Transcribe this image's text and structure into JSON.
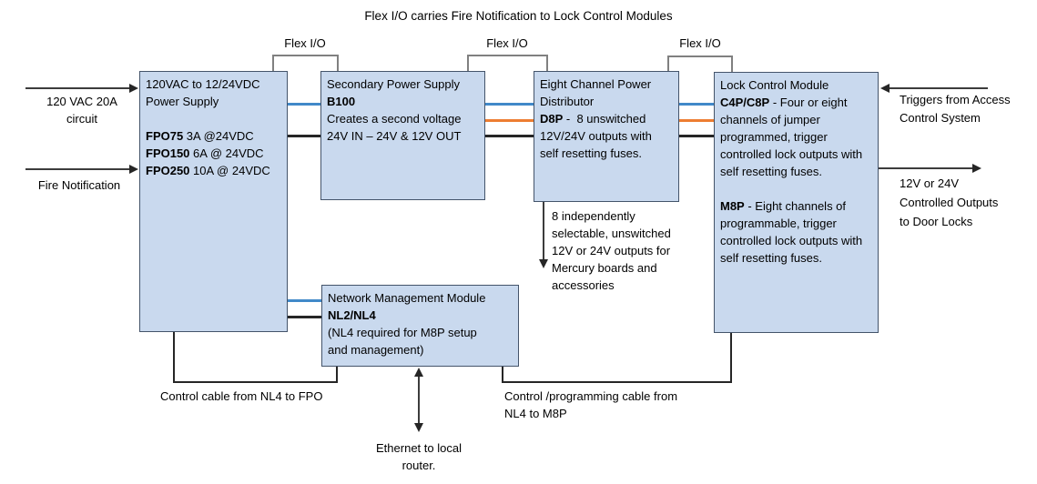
{
  "title": "Flex I/O carries Fire Notification to Lock Control Modules",
  "flex_io": {
    "label1": "Flex I/O",
    "label2": "Flex I/O",
    "label3": "Flex I/O"
  },
  "boxes": {
    "fpo": {
      "title": "120VAC to 12/24VDC Power Supply",
      "models": [
        {
          "name": "FPO75",
          "spec": " 3A @24VDC"
        },
        {
          "name": "FPO150",
          "spec": " 6A @ 24VDC"
        },
        {
          "name": "FPO250",
          "spec": " 10A @ 24VDC"
        }
      ]
    },
    "b100": {
      "title": "Secondary Power Supply",
      "model": "B100",
      "desc1": "Creates a second voltage",
      "desc2": "24V IN – 24V & 12V OUT"
    },
    "d8p": {
      "title": "Eight Channel Power Distributor",
      "model": "D8P",
      "desc": " -  8 unswitched 12V/24V outputs with self resetting fuses."
    },
    "lock": {
      "title": "Lock Control Module",
      "c4p_model": "C4P/C8P",
      "c4p_desc": " - Four or eight channels of jumper programmed, trigger controlled lock outputs with self resetting fuses.",
      "m8p_model": "M8P",
      "m8p_desc": " - Eight channels of programmable, trigger controlled lock outputs with self resetting fuses."
    },
    "nl": {
      "title": "Network Management Module",
      "model": "NL2/NL4",
      "desc1": "(NL4 required for M8P setup",
      "desc2": "and management)"
    }
  },
  "labels": {
    "vac_line1": "120 VAC 20A",
    "vac_line2": "circuit",
    "fire": "Fire Notification",
    "triggers_line1": "Triggers from Access",
    "triggers_line2": "Control System",
    "outputs_line1": "12V or 24V",
    "outputs_line2": "Controlled Outputs",
    "outputs_line3": "to Door Locks",
    "d8p_note": "8 independently selectable, unswitched 12V or 24V outputs for Mercury boards and accessories",
    "ethernet_line1": "Ethernet to local",
    "ethernet_line2": "router.",
    "cable_fpo": "Control cable from NL4 to FPO",
    "cable_m8p_line1": "Control /programming cable from",
    "cable_m8p_line2": "NL4 to M8P"
  },
  "colors": {
    "box_fill": "#c9d9ee",
    "box_border": "#44546a",
    "wire_blue": "#4189c9",
    "wire_orange": "#ed7d31",
    "wire_black": "#262626",
    "bracket_gray": "#808080"
  }
}
